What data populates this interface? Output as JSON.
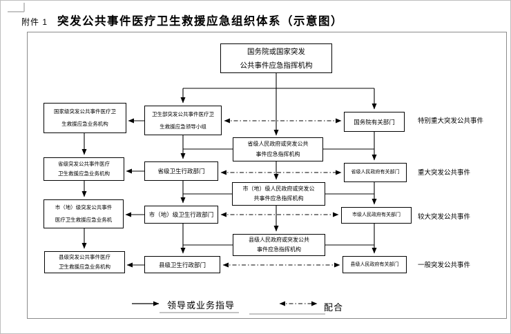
{
  "window": {
    "attachment": "附件 1",
    "title": "突发公共事件医疗卫生救援应急组织体系（示意图）"
  },
  "boxes": {
    "national_command": {
      "l1": "国务院或国家突发",
      "l2": "公共事件应急指挥机构"
    },
    "national_business": {
      "l1": "国家级突发公共事件医疗卫",
      "l2": "生救援应急业务机构"
    },
    "moh_group": {
      "l1": "卫生部突发公共事件医疗卫",
      "l2": "生救援应急领导小组"
    },
    "state_council_depts": {
      "l1": "国务院有关部门"
    },
    "prov_command": {
      "l1": "省级人民政府或突发公共",
      "l2": "事件应急指挥机构"
    },
    "prov_business": {
      "l1": "省级突发公共事件医疗",
      "l2": "卫生救援应急业务机构"
    },
    "prov_health": {
      "l1": "省级卫生行政部门"
    },
    "prov_depts": {
      "l1": "省级人民政府有关部门"
    },
    "muni_command": {
      "l1": "市（地）级人民政府或突发公",
      "l2": "共事件应急指挥机构"
    },
    "muni_business": {
      "l1": "市（地）级突发公共事件",
      "l2": "医疗卫生救援应急业务机"
    },
    "muni_health": {
      "l1": "市（地）级卫生行政部门"
    },
    "muni_depts": {
      "l1": "市级人民政府有关部门"
    },
    "county_command": {
      "l1": "县级人民政府或突发公共",
      "l2": "事件应急指挥机构"
    },
    "county_business": {
      "l1": "县级突发公共事件医疗",
      "l2": "卫生救援应急业务机构"
    },
    "county_health": {
      "l1": "县级卫生行政部门"
    },
    "county_depts": {
      "l1": "县级人民政府有关部门"
    }
  },
  "side_labels": {
    "special_major": "特别重大突发公共事件",
    "major": "重大突发公共事件",
    "larger": "较大突发公共事件",
    "general": "一般突发公共事件"
  },
  "legend": {
    "solid": "领导或业务指导",
    "dashdot": "配合"
  },
  "colors": {
    "line": "#000000",
    "frame": "#8a8a8a",
    "legend_rule": "#c4c4c4"
  }
}
